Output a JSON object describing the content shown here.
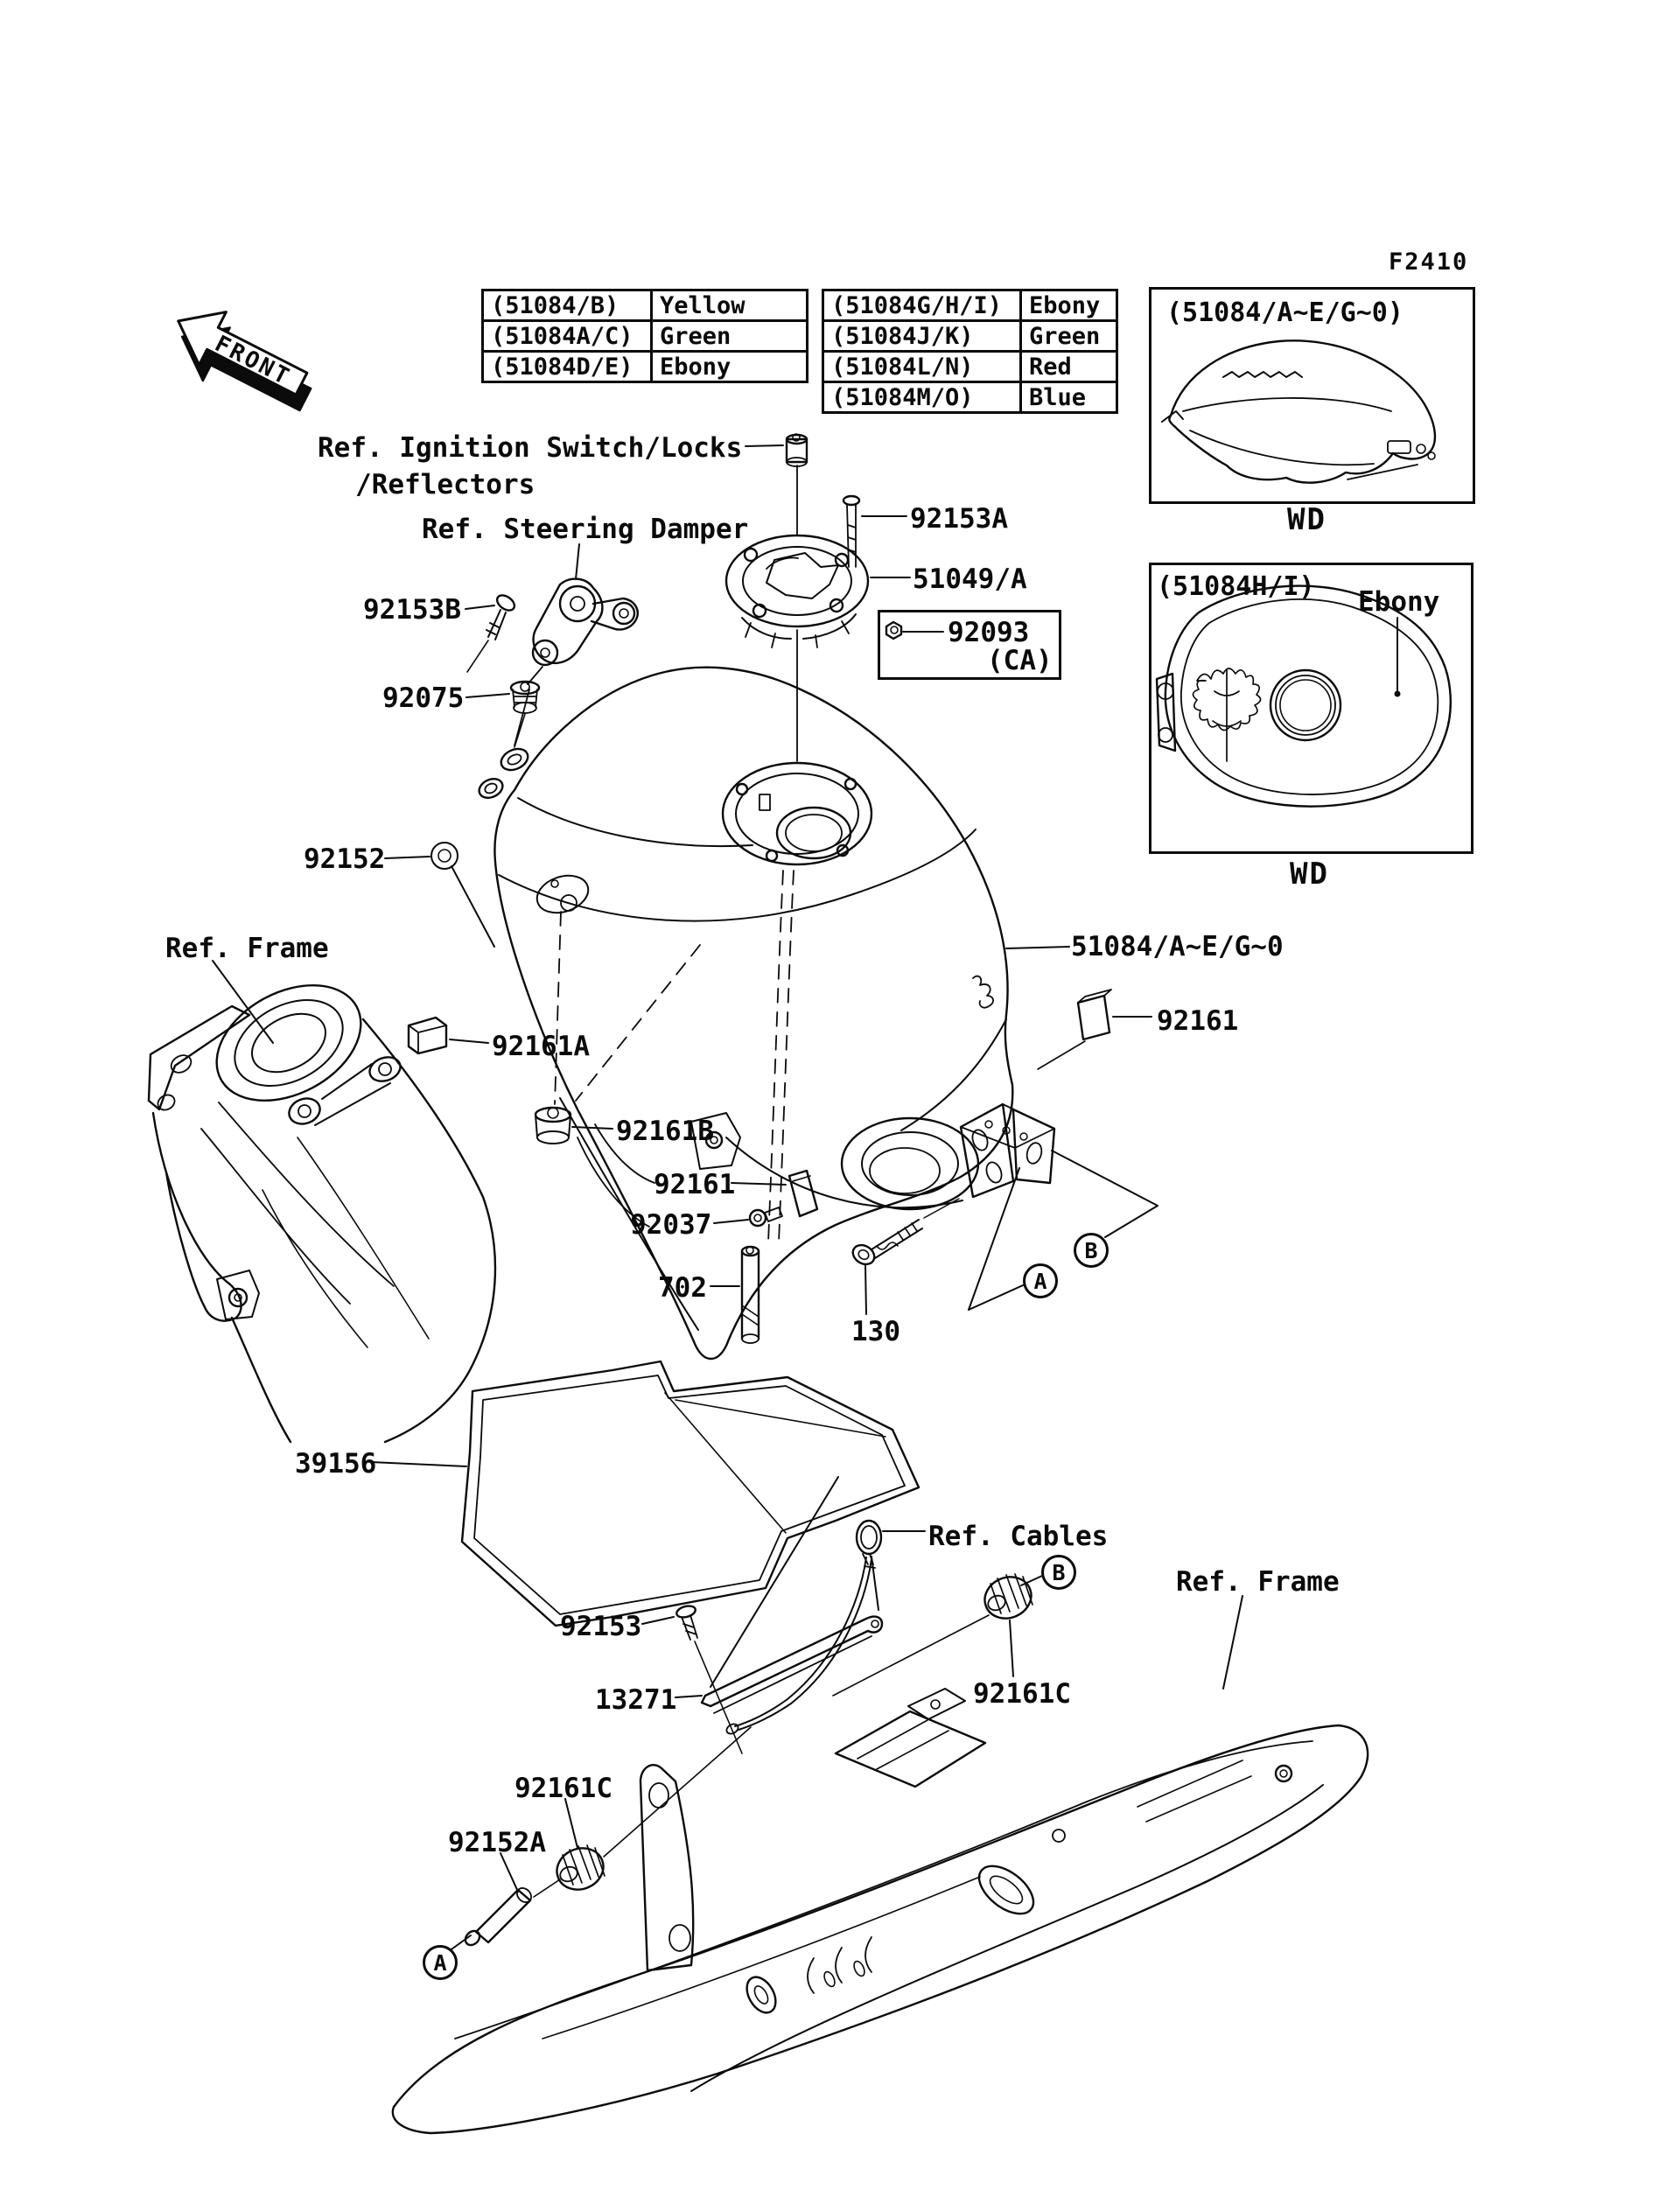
{
  "figure": {
    "code": "F2410",
    "front_arrow": "FRONT"
  },
  "color_tables": {
    "left": {
      "rows": [
        {
          "code": "(51084/B)",
          "color": "Yellow"
        },
        {
          "code": "(51084A/C)",
          "color": "Green"
        },
        {
          "code": "(51084D/E)",
          "color": "Ebony"
        }
      ]
    },
    "right": {
      "rows": [
        {
          "code": "(51084G/H/I)",
          "color": "Ebony"
        },
        {
          "code": "(51084J/K)",
          "color": "Green"
        },
        {
          "code": "(51084L/N)",
          "color": "Red"
        },
        {
          "code": "(51084M/O)",
          "color": "Blue"
        }
      ]
    }
  },
  "insets": {
    "side_view": {
      "title": "(51084/A~E/G~0)",
      "caption": "WD"
    },
    "top_view": {
      "title": "(51084H/I)",
      "color_label": "Ebony",
      "caption": "WD"
    }
  },
  "references": {
    "ignition": "Ref. Ignition Switch/Locks",
    "reflectors": "/Reflectors",
    "steering_damper": "Ref. Steering Damper",
    "frame_front": "Ref. Frame",
    "frame_rear": "Ref. Frame",
    "cables": "Ref. Cables"
  },
  "parts": {
    "p92153b": "92153B",
    "p92075": "92075",
    "p92152": "92152",
    "p92161a": "92161A",
    "p92161b": "92161B",
    "p92161_left": "92161",
    "p92037": "92037",
    "p702": "702",
    "p130": "130",
    "p92153a": "92153A",
    "p51049": "51049/A",
    "p92093": "92093",
    "p92093_ca": "(CA)",
    "p51084": "51084/A~E/G~0",
    "p92161_right": "92161",
    "p39156": "39156",
    "p92153": "92153",
    "p13271": "13271",
    "p92161c_right": "92161C",
    "p92161c_left": "92161C",
    "p92152a": "92152A"
  },
  "callouts": {
    "a": "A",
    "b": "B"
  }
}
